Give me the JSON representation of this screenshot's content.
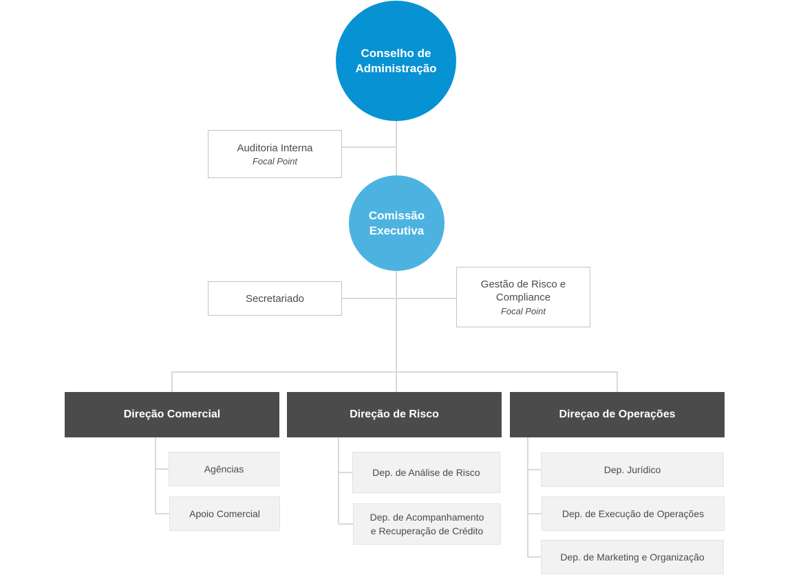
{
  "board": {
    "line1": "Conselho de",
    "line2": "Administração"
  },
  "audit": {
    "title": "Auditoria Interna",
    "sub": "Focal Point"
  },
  "executive": {
    "line1": "Comissão",
    "line2": "Executiva"
  },
  "secretariat": {
    "title": "Secretariado"
  },
  "risk_compliance": {
    "line1": "Gestão de Risco e",
    "line2": "Compliance",
    "sub": "Focal Point"
  },
  "directorates": [
    {
      "title": "Direção Comercial"
    },
    {
      "title": "Direção de Risco"
    },
    {
      "title": "Direçao de Operações"
    }
  ],
  "departments": {
    "commercial": [
      "Agências",
      "Apoio Comercial"
    ],
    "risk": [
      {
        "line1": "Dep. de Análise de Risco"
      },
      {
        "line1": "Dep. de Acompanhamento",
        "line2": "e Recuperação de Crédito"
      }
    ],
    "operations": [
      "Dep. Jurídico",
      "Dep. de Execução de Operações",
      "Dep. de Marketing e Organização"
    ]
  },
  "colors": {
    "board": "#0792d4",
    "executive": "#4cb3e0",
    "directorate": "#4b4b4b",
    "department_bg": "#f2f2f2",
    "connector": "#d9d9d9"
  }
}
